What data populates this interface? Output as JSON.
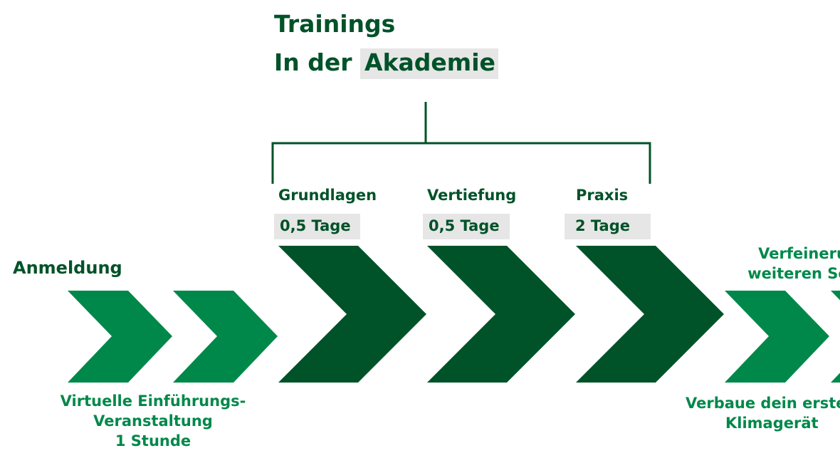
{
  "title": {
    "line1": "Trainings",
    "line2_prefix": "In der",
    "line2_highlight": "Akademie"
  },
  "phases": [
    {
      "name": "Grundlagen",
      "duration": "0,5 Tage"
    },
    {
      "name": "Vertiefung",
      "duration": "0,5 Tage"
    },
    {
      "name": "Praxis",
      "duration": "2 Tage"
    }
  ],
  "registration": {
    "label": "Anmeldung",
    "desc_line1": "Virtuelle Einführungs-",
    "desc_line2": "Veranstaltung",
    "desc_line3": "1 Stunde"
  },
  "after": {
    "top_line1": "Verfeinerun",
    "top_line2": "weiteren Schu",
    "bottom_line1": "Verbaue dein erste",
    "bottom_line2": "Klimagerät"
  },
  "colors": {
    "light_green": "#00884a",
    "dark_green": "#005228",
    "highlight_gray": "#e6e6e6"
  }
}
